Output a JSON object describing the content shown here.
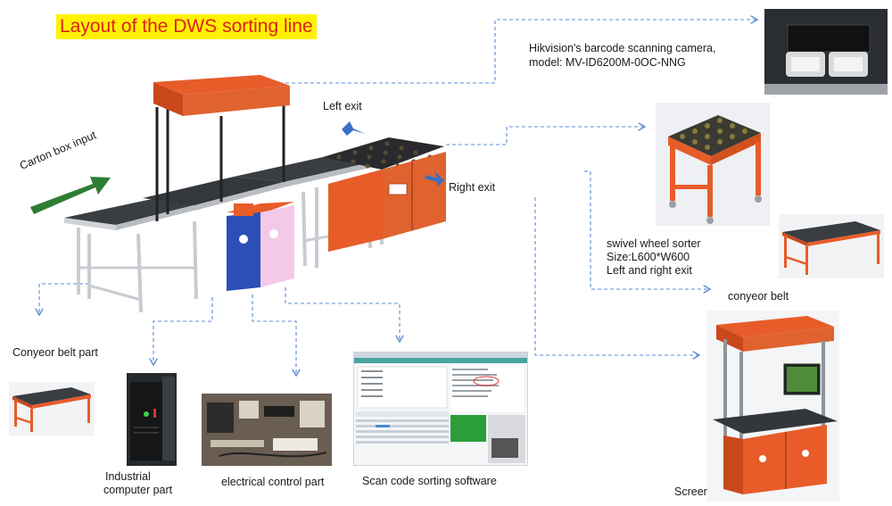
{
  "title": "Layout of the DWS sorting line",
  "labels": {
    "camera_line1": "Hikvision's barcode scanning camera,",
    "camera_line2": "model: MV-ID6200M-0OC-NNG",
    "left_exit": "Left exit",
    "right_exit": "Right exit",
    "carton_input": "Carton box input",
    "sorter_line1": "swivel wheel sorter",
    "sorter_line2": "Size:L600*W600",
    "sorter_line3": "Left and right exit",
    "conveyor_belt": "conyeor belt",
    "conveyor_belt_part": "Conyeor belt part",
    "industrial_line1": "Industrial",
    "industrial_line2": "computer part",
    "electrical": "electrical control part",
    "software": "Scan code sorting software",
    "screen": "Screen"
  },
  "colors": {
    "title_bg": "#fff200",
    "title_text": "#e0201a",
    "arrow_green": "#2e7d32",
    "arrow_blue": "#3a6fc4",
    "dash_line": "#5b8bd0",
    "orange": "#e85c2a",
    "belt": "#3a3d42",
    "frame": "#c8ccd2"
  }
}
